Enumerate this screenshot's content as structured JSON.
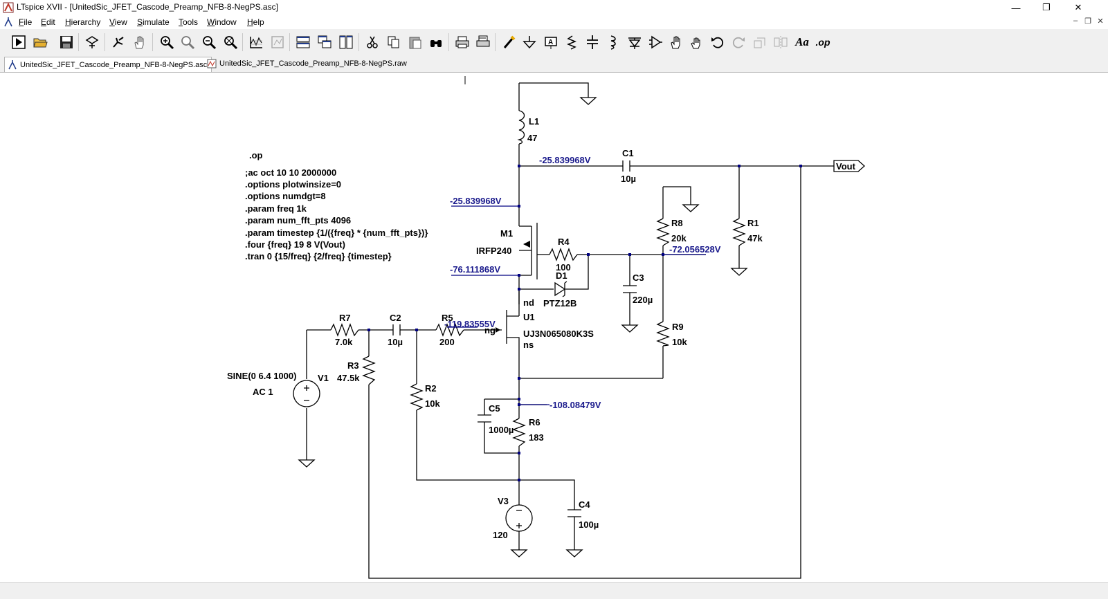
{
  "window": {
    "title": "LTspice XVII - [UnitedSic_JFET_Cascode_Preamp_NFB-8-NegPS.asc]",
    "minimize_glyph": "—",
    "restore_glyph": "❐",
    "close_glyph": "✕"
  },
  "menu": {
    "items": [
      "File",
      "Edit",
      "Hierarchy",
      "View",
      "Simulate",
      "Tools",
      "Window",
      "Help"
    ]
  },
  "toolbar": {
    "icons": [
      "run-icon",
      "open-icon",
      "save-icon",
      "control-panel-icon",
      "halt-icon",
      "pan-hand-icon",
      "zoom-in-icon",
      "zoom-area-icon",
      "zoom-out-icon",
      "zoom-fit-icon",
      "plot-icon",
      "plot-disabled-icon",
      "tile-horizontal-icon",
      "cascade-icon",
      "tile-vertical-icon",
      "cut-icon",
      "copy-icon",
      "paste-icon",
      "find-icon",
      "print-icon",
      "print-setup-icon",
      "wire-icon",
      "ground-icon",
      "label-net-icon",
      "resistor-icon",
      "capacitor-icon",
      "inductor-icon",
      "diode-icon",
      "component-icon",
      "move-icon",
      "drag-icon",
      "undo-icon",
      "redo-icon",
      "rotate-icon",
      "mirror-icon",
      "text-icon",
      "spice-directive-icon"
    ],
    "text_icon_label": "Aa",
    "op_icon_label": ".op"
  },
  "tabs": [
    {
      "label": "UnitedSic_JFET_Cascode_Preamp_NFB-8-NegPS.asc",
      "active": true
    },
    {
      "label": "UnitedSic_JFET_Cascode_Preamp_NFB-8-NegPS.raw",
      "active": false
    }
  ],
  "schematic": {
    "directives": [
      ".op",
      ";ac oct 10 10 2000000",
      ".options plotwinsize=0",
      ".options numdgt=8",
      ".param freq 1k",
      ".param num_fft_pts 4096",
      ".param timestep {1/({freq} * {num_fft_pts})}",
      ".four {freq} 19 8 V(Vout)",
      ".tran 0 {15/freq} {2/freq} {timestep}"
    ],
    "components": {
      "L1": {
        "name": "L1",
        "value": "47"
      },
      "C1": {
        "name": "C1",
        "value": "10µ"
      },
      "R1": {
        "name": "R1",
        "value": "47k"
      },
      "R8": {
        "name": "R8",
        "value": "20k"
      },
      "M1": {
        "name": "M1",
        "value": "IRFP240"
      },
      "R4": {
        "name": "R4",
        "value": "100"
      },
      "D1": {
        "name": "D1",
        "value": "PTZ12B"
      },
      "C3": {
        "name": "C3",
        "value": "220µ"
      },
      "U1": {
        "name": "U1",
        "value": "UJ3N065080K3S",
        "pin_nd": "nd",
        "pin_ng": "ng",
        "pin_ns": "ns"
      },
      "R9": {
        "name": "R9",
        "value": "10k"
      },
      "R7": {
        "name": "R7",
        "value": "7.0k"
      },
      "C2": {
        "name": "C2",
        "value": "10µ"
      },
      "R5": {
        "name": "R5",
        "value": "200"
      },
      "R3": {
        "name": "R3",
        "value": "47.5k"
      },
      "R2": {
        "name": "R2",
        "value": "10k"
      },
      "V1": {
        "name": "V1",
        "value": "SINE(0 6.4 1000)",
        "ac": "AC 1"
      },
      "C5": {
        "name": "C5",
        "value": "1000µ"
      },
      "R6": {
        "name": "R6",
        "value": "183"
      },
      "V3": {
        "name": "V3",
        "value": "120"
      },
      "C4": {
        "name": "C4",
        "value": "100µ"
      }
    },
    "net_label_vout": "Vout",
    "voltages": {
      "top_drain": "-25.839968V",
      "m1_drain": "-25.839968V",
      "r8_node": "-72.056528V",
      "m1_source": "-76.111868V",
      "jfet_gate": "-119.83555V",
      "jfet_source": "-108.08479V"
    }
  },
  "status": {
    "text": ""
  }
}
